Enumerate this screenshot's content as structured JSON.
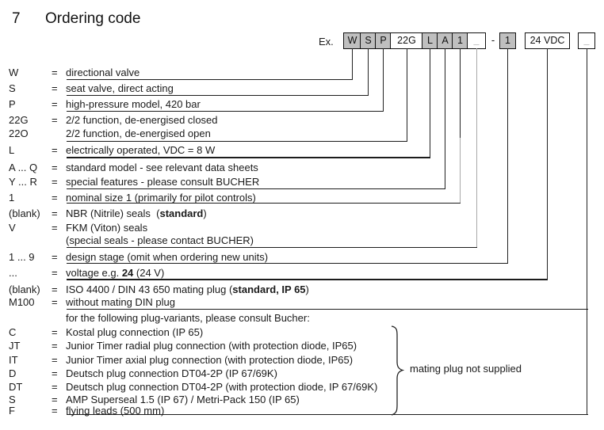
{
  "page": {
    "title_number": "7",
    "title": "Ordering code",
    "example_label": "Ex."
  },
  "code_boxes": [
    {
      "label": "W",
      "filled": true
    },
    {
      "label": "S",
      "filled": true
    },
    {
      "label": "P",
      "filled": true
    },
    {
      "label": "22G",
      "filled": false
    },
    {
      "label": "L",
      "filled": true
    },
    {
      "label": "A",
      "filled": true
    },
    {
      "label": "1",
      "filled": true
    },
    {
      "label": "_",
      "filled": false,
      "placeholder": true
    },
    {
      "label": "-",
      "separator": true
    },
    {
      "label": "1",
      "filled": true
    },
    {
      "label": "24 VDC",
      "filled": false
    },
    {
      "label": "_",
      "filled": false,
      "placeholder": true
    }
  ],
  "rows": [
    {
      "code": "W",
      "eq": "=",
      "text": "directional valve"
    },
    {
      "code": "S",
      "eq": "=",
      "text": "seat valve, direct acting"
    },
    {
      "code": "P",
      "eq": "=",
      "text": "high-pressure model, 420 bar"
    },
    {
      "code": "22G",
      "eq": "=",
      "text": "2/2 function, de-energised closed"
    },
    {
      "code": "22O",
      "eq": "",
      "text": "2/2 function, de-energised open"
    },
    {
      "code": "L",
      "eq": "=",
      "text": "electrically operated, VDC = 8 W"
    },
    {
      "code": "A ... Q",
      "eq": "=",
      "text": "standard model - see relevant data sheets"
    },
    {
      "code": "Y ... R",
      "eq": "=",
      "text": "special features - please consult BUCHER"
    },
    {
      "code": "1",
      "eq": "=",
      "text": "nominal size 1 (primarily for pilot controls)"
    },
    {
      "code": "(blank)",
      "eq": "=",
      "pre": "NBR (Nitrile) seals  (",
      "bold": "standard",
      "suf": ")"
    },
    {
      "code": "V",
      "eq": "=",
      "text": "FKM (Viton) seals"
    },
    {
      "code": "",
      "eq": "",
      "text": "(special seals - please contact BUCHER)"
    },
    {
      "code": "1 ... 9",
      "eq": "=",
      "text": "design stage (omit when ordering new units)"
    },
    {
      "code": "...",
      "eq": "=",
      "pre": "voltage e.g. ",
      "bold": "24",
      "suf": " (24 V)"
    },
    {
      "code": "(blank)",
      "eq": "=",
      "pre": "ISO 4400 / DIN 43 650 mating plug (",
      "bold": "standard, IP 65",
      "suf": ")"
    },
    {
      "code": "M100",
      "eq": "=",
      "text": "without mating DIN plug"
    },
    {
      "code": "",
      "eq": "",
      "text": "for the following plug-variants, please consult Bucher:"
    },
    {
      "code": "C",
      "eq": "=",
      "text": "Kostal plug connection (IP 65)"
    },
    {
      "code": "JT",
      "eq": "=",
      "text": "Junior Timer radial plug connection (with protection diode, IP65)"
    },
    {
      "code": "IT",
      "eq": "=",
      "text": "Junior Timer axial plug connection (with protection diode, IP65)"
    },
    {
      "code": "D",
      "eq": "=",
      "text": "Deutsch plug connection DT04-2P (IP 67/69K)"
    },
    {
      "code": "DT",
      "eq": "=",
      "text": "Deutsch plug connection DT04-2P (with protection diode, IP 67/69K)"
    },
    {
      "code": "S",
      "eq": "=",
      "text": "AMP Superseal 1.5 (IP 67) / Metri-Pack 150 (IP 65)"
    },
    {
      "code": "F",
      "eq": "=",
      "text": "flying leads (500 mm)"
    }
  ],
  "brace_label": "mating plug not supplied",
  "colors": {
    "box_fill_grey": "#bfbfbf",
    "line_black": "#222222",
    "line_grey": "#a8a8a8",
    "placeholder_text": "#8f8f8f"
  }
}
